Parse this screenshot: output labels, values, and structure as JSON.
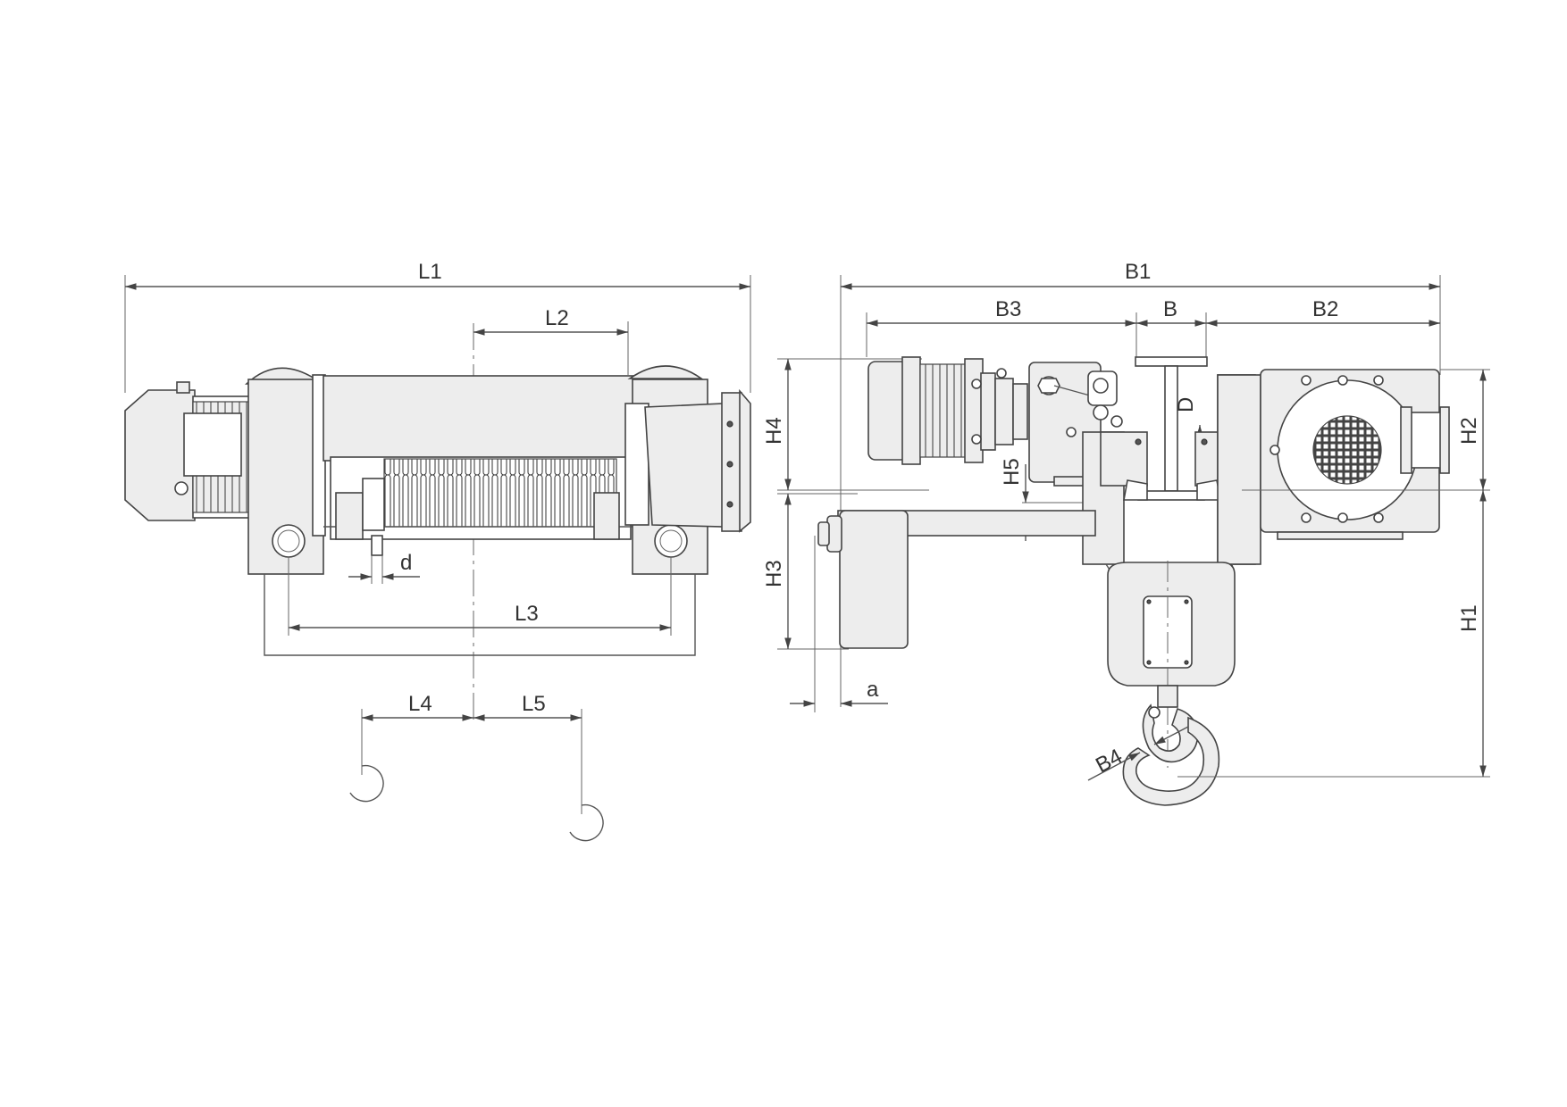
{
  "side_view": {
    "labels": {
      "L1": "L1",
      "L2": "L2",
      "L3": "L3",
      "L4": "L4",
      "L5": "L5",
      "d": "d"
    }
  },
  "end_view": {
    "labels": {
      "B1": "B1",
      "B2": "B2",
      "B3": "B3",
      "B": "B",
      "B4": "B4",
      "H1": "H1",
      "H2": "H2",
      "H3": "H3",
      "H4": "H4",
      "H5": "H5",
      "D": "D",
      "a": "a"
    }
  },
  "colors": {
    "line": "#555555",
    "fill": "#ededed",
    "text": "#333333"
  }
}
